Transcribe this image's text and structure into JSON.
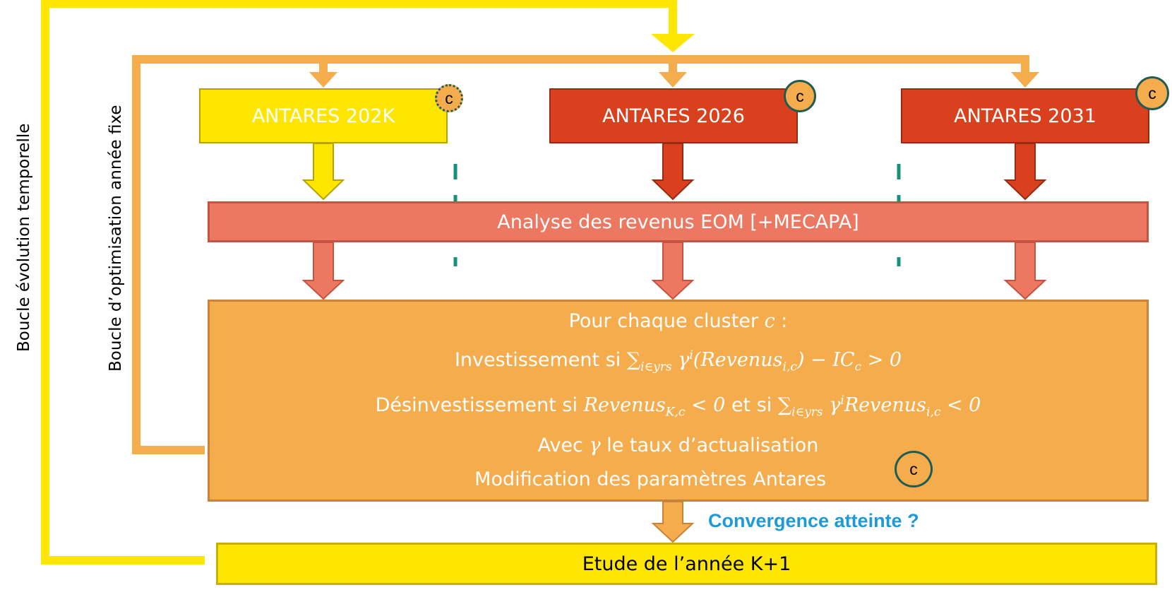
{
  "boxes": {
    "antares_202k": "ANTARES 202K",
    "antares_2026": "ANTARES 2026",
    "antares_2031": "ANTARES 2031",
    "analyse": "Analyse des revenus EOM [+MECAPA]",
    "etude": "Etude de l’année K+1"
  },
  "badge_label": "c",
  "loops": {
    "outer": "Boucle évolution temporelle",
    "inner": "Boucle d’optimisation année fixe"
  },
  "main_box": {
    "line1_prefix": "Pour chaque cluster",
    "line1_var": "c",
    "line1_suffix": " :",
    "line2_prefix": "Investissement si",
    "line3_prefix": "Désinvestissement si",
    "line3_middle": "et si",
    "line4_prefix": "Avec",
    "line4_var": "γ",
    "line4_suffix": "le taux d’actualisation",
    "line5": "Modification des paramètres Antares"
  },
  "convergence": "Convergence atteinte ?",
  "colors": {
    "yellow": "#ffe600",
    "red": "#d9401e",
    "salmon": "#ec7861",
    "orange": "#f5ac4d",
    "teal": "#1a8f7a",
    "blue_text": "#1e9ad6"
  }
}
